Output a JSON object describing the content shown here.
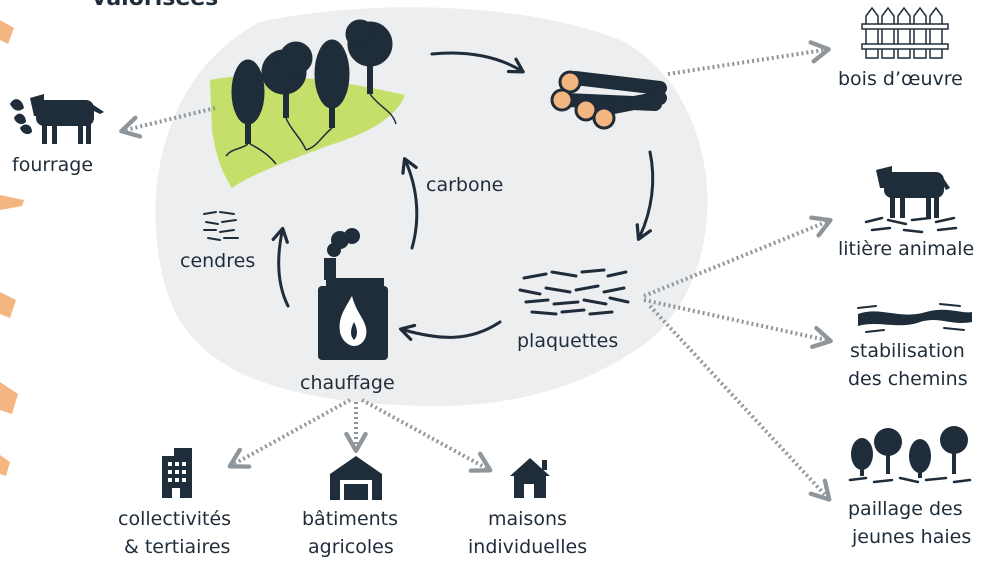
{
  "title": "valorisées",
  "cycle": {
    "carbone": "carbone",
    "cendres": "cendres",
    "plaquettes": "plaquettes",
    "chauffage": "chauffage"
  },
  "outputs": {
    "fourrage": "fourrage",
    "bois_oeuvre": "bois d’œuvre",
    "litiere": "litière animale",
    "stabilisation_1": "stabilisation",
    "stabilisation_2": "des chemins",
    "paillage_1": "paillage des",
    "paillage_2": "jeunes haies",
    "collectivites_1": "collectivités",
    "collectivites_2": "& tertiaires",
    "batiments_1": "bâtiments",
    "batiments_2": "agricoles",
    "maisons_1": "maisons",
    "maisons_2": "individuelles"
  },
  "colors": {
    "dark": "#1f2d3b",
    "blob": "#eceeef",
    "green": "#c5e06a",
    "dotted": "#8f969b",
    "accent": "#f4b680"
  },
  "icons": [
    "trees-on-grass-icon",
    "logs-icon",
    "wood-chips-icon",
    "boiler-icon",
    "ashes-icon",
    "cow-icon",
    "fence-icon",
    "path-icon",
    "young-trees-icon",
    "building-icon",
    "barn-icon",
    "house-icon"
  ]
}
